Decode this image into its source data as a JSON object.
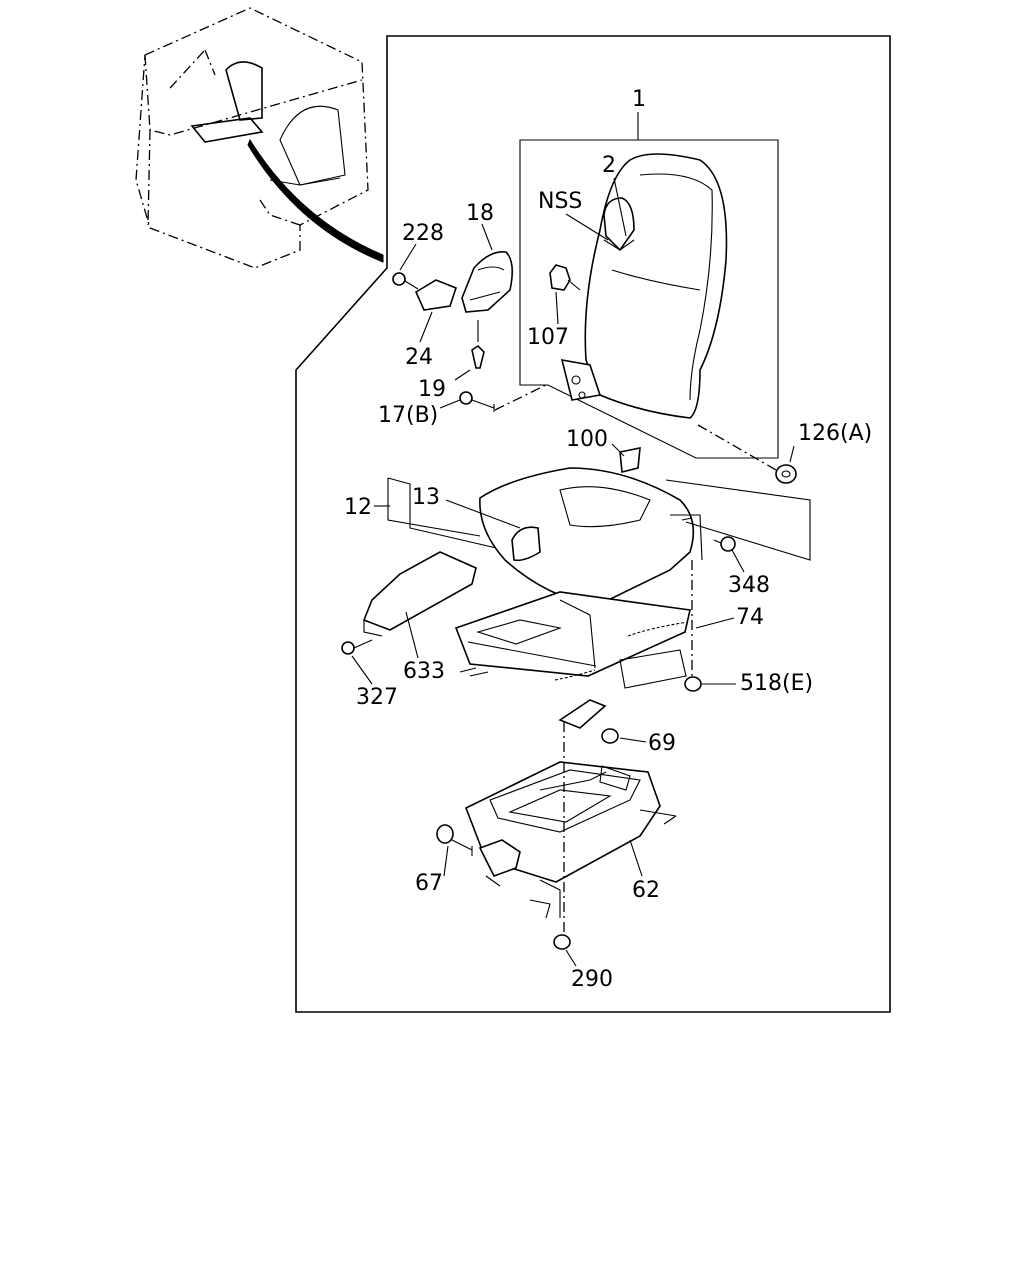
{
  "callouts": {
    "c1": "1",
    "c2": "2",
    "nss": "NSS",
    "c18": "18",
    "c228": "228",
    "c24": "24",
    "c107": "107",
    "c19": "19",
    "c17b": "17(B)",
    "c100": "100",
    "c126a": "126(A)",
    "c12": "12",
    "c13": "13",
    "c348": "348",
    "c74": "74",
    "c633": "633",
    "c518e": "518(E)",
    "c327": "327",
    "c69": "69",
    "c67": "67",
    "c62": "62",
    "c290": "290"
  },
  "icons": {
    "cab": "truck-cab-icon",
    "seat_back": "seat-back-icon",
    "seat_cushion": "seat-cushion-icon",
    "slide_rail": "seat-slide-rail-icon",
    "seat_base": "seat-base-frame-icon"
  }
}
